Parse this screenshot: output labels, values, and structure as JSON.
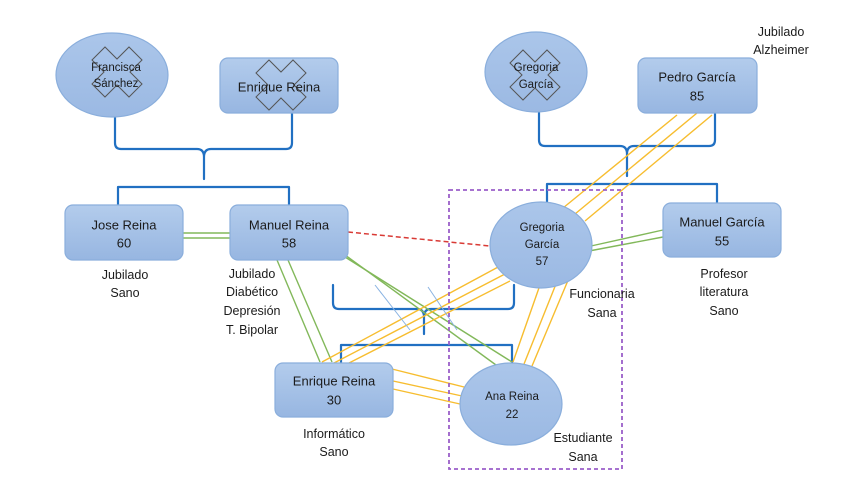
{
  "diagram": {
    "type": "genogram"
  },
  "colors": {
    "family_line": "#2170c2",
    "close_relationship": "#82b85a",
    "fused_relationship": "#f7bd2f",
    "distant_relationship": "#d93a35",
    "household_boundary": "#9b5fc9",
    "minor_line": "#8ab3e2",
    "deceased_mark": "#555555"
  },
  "people": {
    "francisca_sanchez": {
      "name_lines": [
        "Francisca",
        "Sánchez"
      ],
      "deceased": true,
      "shape": "ellipse"
    },
    "enrique_reina_sr": {
      "name": "Enrique Reina",
      "deceased": true,
      "shape": "box"
    },
    "gregoria_garcia_sr": {
      "name_lines": [
        "Gregoria",
        "García"
      ],
      "deceased": true,
      "shape": "ellipse"
    },
    "pedro_garcia": {
      "name": "Pedro García",
      "age": "85",
      "notes": [
        "Jubilado",
        "Alzheimer"
      ],
      "shape": "box"
    },
    "jose_reina": {
      "name": "Jose Reina",
      "age": "60",
      "notes": [
        "Jubilado",
        "Sano"
      ],
      "shape": "box"
    },
    "manuel_reina": {
      "name": "Manuel Reina",
      "age": "58",
      "notes": [
        "Jubilado",
        "Diabético",
        "Depresión",
        "T. Bipolar"
      ],
      "shape": "box"
    },
    "gregoria_garcia": {
      "name_lines": [
        "Gregoria",
        "García"
      ],
      "age": "57",
      "notes": [
        "Funcionaria",
        "Sana"
      ],
      "shape": "ellipse"
    },
    "manuel_garcia": {
      "name": "Manuel García",
      "age": "55",
      "notes": [
        "Profesor",
        "literatura",
        "Sano"
      ],
      "shape": "box"
    },
    "enrique_reina": {
      "name": "Enrique Reina",
      "age": "30",
      "notes": [
        "Informático",
        "Sano"
      ],
      "shape": "box"
    },
    "ana_reina": {
      "name": "Ana Reina",
      "age": "22",
      "notes": [
        "Estudiante",
        "Sana"
      ],
      "shape": "ellipse"
    }
  },
  "families": [
    {
      "parents": [
        "francisca_sanchez",
        "enrique_reina_sr"
      ],
      "children": [
        "jose_reina",
        "manuel_reina"
      ]
    },
    {
      "parents": [
        "gregoria_garcia_sr",
        "pedro_garcia"
      ],
      "children": [
        "gregoria_garcia",
        "manuel_garcia"
      ]
    },
    {
      "parents": [
        "manuel_reina",
        "gregoria_garcia"
      ],
      "children": [
        "enrique_reina",
        "ana_reina"
      ]
    }
  ],
  "relationships": [
    {
      "between": [
        "jose_reina",
        "manuel_reina"
      ],
      "style": "double",
      "color_key": "close_relationship"
    },
    {
      "between": [
        "gregoria_garcia",
        "manuel_garcia"
      ],
      "style": "double",
      "color_key": "close_relationship"
    },
    {
      "between": [
        "manuel_reina",
        "gregoria_garcia"
      ],
      "style": "dashed",
      "color_key": "distant_relationship"
    },
    {
      "between": [
        "manuel_reina",
        "enrique_reina"
      ],
      "style": "double",
      "color_key": "close_relationship"
    },
    {
      "between": [
        "manuel_reina",
        "ana_reina"
      ],
      "style": "double",
      "color_key": "close_relationship"
    },
    {
      "between": [
        "gregoria_garcia",
        "enrique_reina"
      ],
      "style": "triple",
      "color_key": "fused_relationship"
    },
    {
      "between": [
        "gregoria_garcia",
        "ana_reina"
      ],
      "style": "triple",
      "color_key": "fused_relationship"
    },
    {
      "between": [
        "enrique_reina",
        "ana_reina"
      ],
      "style": "triple",
      "color_key": "fused_relationship"
    },
    {
      "between": [
        "pedro_garcia",
        "gregoria_garcia"
      ],
      "style": "triple",
      "color_key": "fused_relationship"
    }
  ],
  "household_boundary": [
    "gregoria_garcia",
    "ana_reina"
  ]
}
